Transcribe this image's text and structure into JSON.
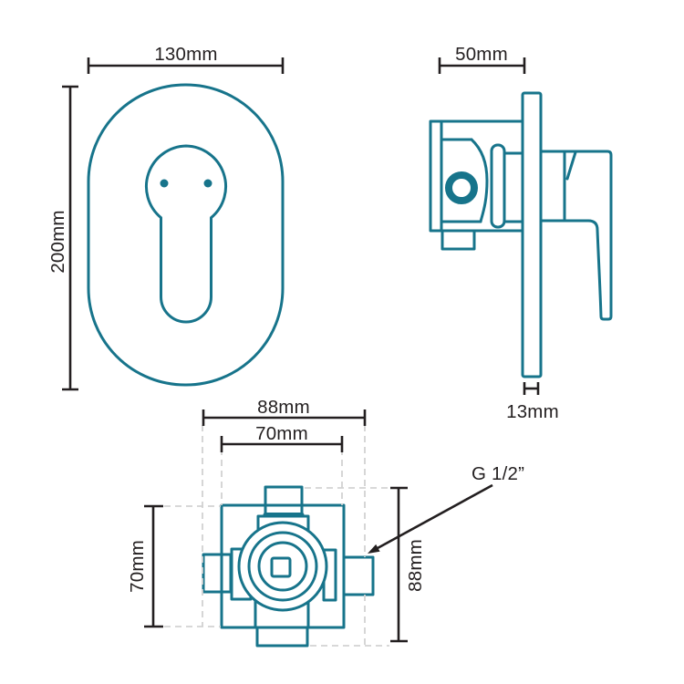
{
  "drawing": {
    "subject": "concealed-shower-mixer-valve-technical-drawing",
    "views": {
      "front": {
        "width_label": "130mm",
        "height_label": "200mm"
      },
      "side": {
        "depth_label": "50mm",
        "plate_thickness_label": "13mm"
      },
      "bottom": {
        "outer_width_label": "88mm",
        "body_width_label": "70mm",
        "body_height_label": "70mm",
        "outer_height_label": "88mm",
        "thread_label": "G 1/2”"
      }
    },
    "colors": {
      "product_teal": "#17748b",
      "dimension_ink": "#231f20",
      "guide_gray": "#d2d2d2",
      "background": "#ffffff"
    }
  }
}
